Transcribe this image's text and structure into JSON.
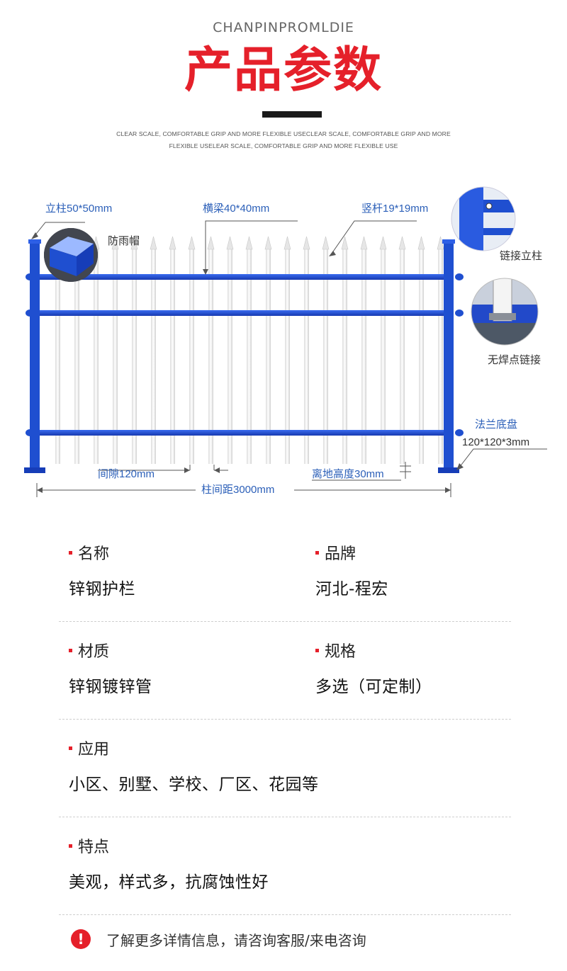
{
  "header": {
    "en_title": "CHANPINPROMLDIE",
    "cn_title": "产品参数",
    "subtitle_line1": "CLEAR SCALE, COMFORTABLE GRIP AND MORE FLEXIBLE USECLEAR SCALE, COMFORTABLE GRIP AND MORE",
    "subtitle_line2": "FLEXIBLE USELEAR SCALE, COMFORTABLE GRIP AND MORE FLEXIBLE USE"
  },
  "diagram": {
    "post_label": "立柱50*50mm",
    "beam_label": "横梁40*40mm",
    "picket_label": "竖杆19*19mm",
    "cap_label": "防雨帽",
    "connect_post_label": "链接立柱",
    "no_weld_label": "无焊点链接",
    "flange_label": "法兰底盘",
    "flange_size": "120*120*3mm",
    "gap_label": "间隙120mm",
    "ground_label": "离地高度30mm",
    "span_label": "柱间距3000mm",
    "colors": {
      "frame": "#1f4fd0",
      "picket": "#f2f2f2",
      "label": "#2b5fb8"
    }
  },
  "specs": [
    {
      "left": {
        "label": "名称",
        "value": "锌钢护栏"
      },
      "right": {
        "label": "品牌",
        "value": "河北-程宏"
      }
    },
    {
      "left": {
        "label": "材质",
        "value": "锌钢镀锌管"
      },
      "right": {
        "label": "规格",
        "value": "多选（可定制）"
      }
    },
    {
      "left": {
        "label": "应用",
        "value": "小区、别墅、学校、厂区、花园等"
      }
    },
    {
      "left": {
        "label": "特点",
        "value": "美观，样式多，抗腐蚀性好"
      }
    }
  ],
  "notice": {
    "icon": "exclamation-icon",
    "text": "了解更多详情信息，请咨询客服/来电咨询",
    "color": "#e5202a"
  }
}
